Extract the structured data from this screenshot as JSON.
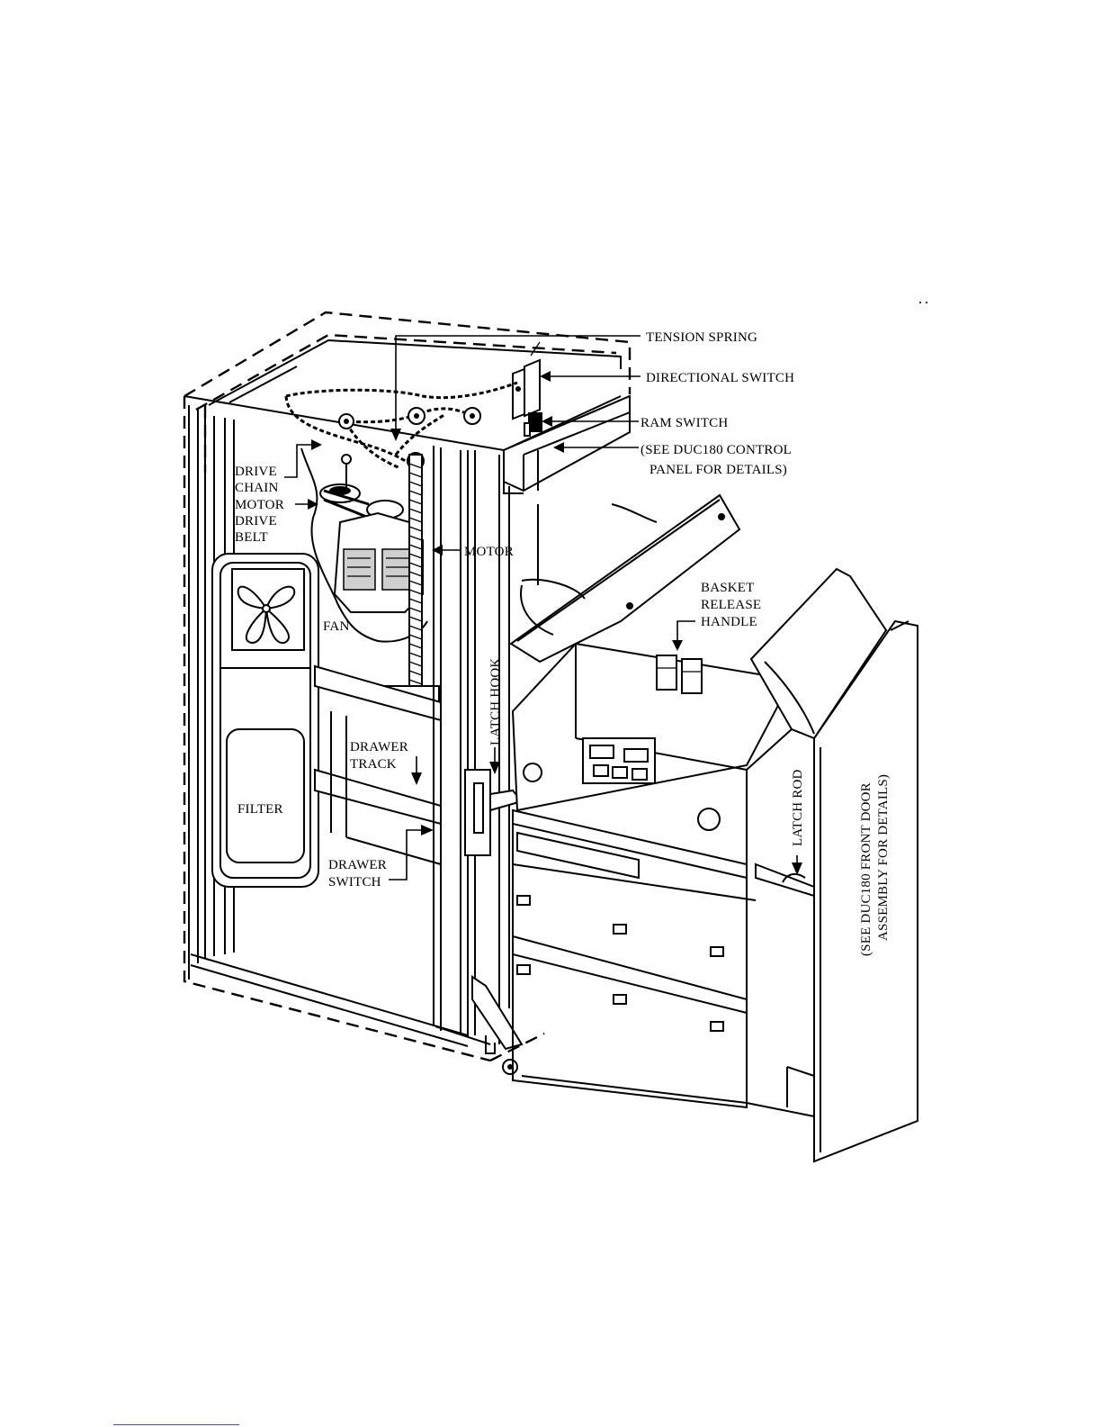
{
  "labels": {
    "tension_spring": "TENSION SPRING",
    "directional_switch": "DIRECTIONAL SWITCH",
    "ram_switch": "RAM SWITCH",
    "control_panel_note_line1": "(SEE DUC180 CONTROL",
    "control_panel_note_line2": "PANEL FOR DETAILS)",
    "drive_chain_line1": "DRIVE",
    "drive_chain_line2": "CHAIN",
    "motor_drive_belt_line1": "MOTOR",
    "motor_drive_belt_line2": "DRIVE",
    "motor_drive_belt_line3": "BELT",
    "motor": "MOTOR",
    "fan": "FAN",
    "basket_release_handle_line1": "BASKET",
    "basket_release_handle_line2": "RELEASE",
    "basket_release_handle_line3": "HANDLE",
    "latch_hook": "LATCH HOOK",
    "drawer_track_line1": "DRAWER",
    "drawer_track_line2": "TRACK",
    "filter": "FILTER",
    "drawer_switch_line1": "DRAWER",
    "drawer_switch_line2": "SWITCH",
    "latch_rod": "LATCH ROD",
    "front_door_note_line1": "(SEE DUC180 FRONT DOOR",
    "front_door_note_line2": "ASSEMBLY FOR DETAILS)"
  }
}
